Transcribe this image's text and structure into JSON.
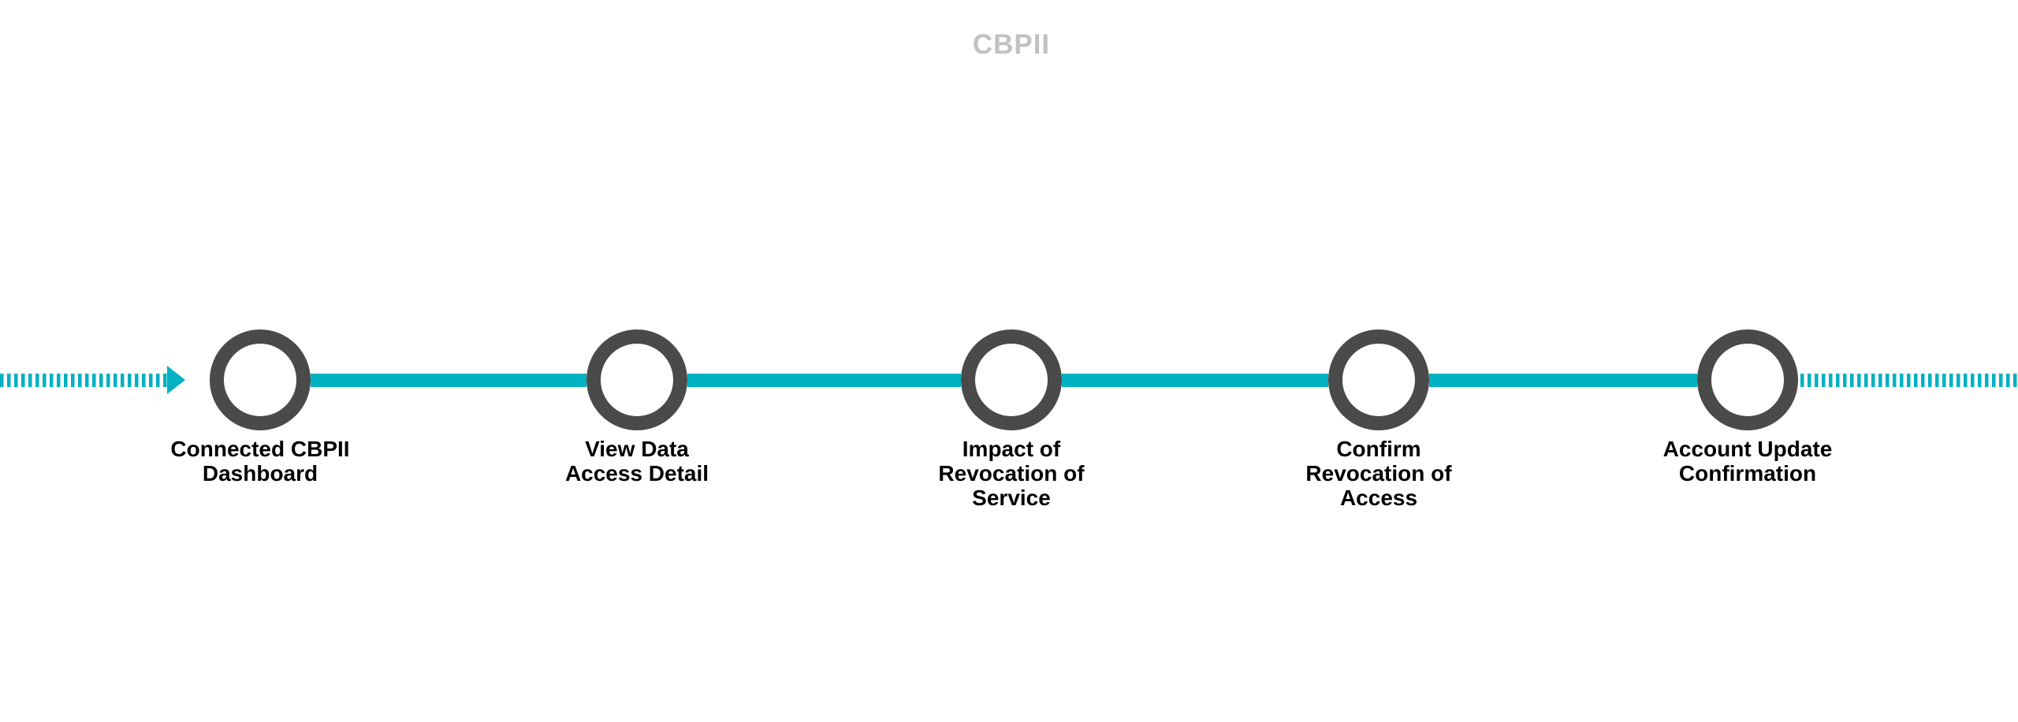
{
  "title": "CBPII",
  "colors": {
    "accent": "#00b1c1",
    "ring": "#4a4a4a",
    "title_gray": "#c1c1c1",
    "label": "#000000"
  },
  "steps": [
    {
      "label": "Connected CBPII\nDashboard"
    },
    {
      "label": "View Data\nAccess Detail"
    },
    {
      "label": "Impact of\nRevocation of\nService"
    },
    {
      "label": "Confirm\nRevocation of\nAccess"
    },
    {
      "label": "Account Update\nConfirmation"
    }
  ]
}
